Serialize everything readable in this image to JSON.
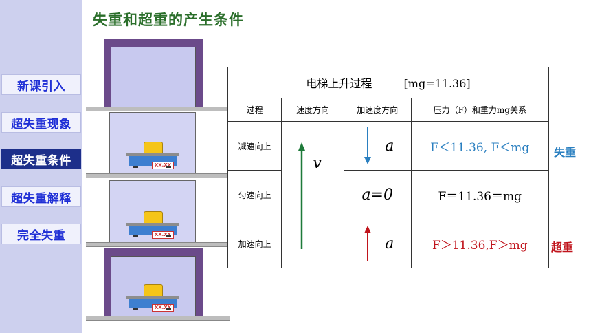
{
  "page_title": "失重和超重的产生条件",
  "sidebar": {
    "items": [
      {
        "label": "新课引入"
      },
      {
        "label": "超失重现象"
      },
      {
        "label": "超失重条件"
      },
      {
        "label": "超失重解释"
      },
      {
        "label": "完全失重"
      }
    ],
    "active_index": 2
  },
  "scale_display": "XX.XX",
  "table": {
    "caption": "电梯上升过程",
    "caption_value": "[mg=11.36]",
    "headers": [
      "过程",
      "速度方向",
      "加速度方向",
      "压力（F）和重力mg关系"
    ],
    "rows": [
      {
        "process": "减速向上",
        "accel_label": "a",
        "relation": "F＜11.36, F＜mg",
        "side_label": "失重"
      },
      {
        "process": "匀速向上",
        "accel_label": "a=0",
        "relation": "F＝11.36＝mg"
      },
      {
        "process": "加速向上",
        "accel_label": "a",
        "relation": "F＞11.36,F＞mg",
        "side_label": "超重"
      }
    ],
    "velocity_label": "v"
  },
  "colors": {
    "sidebar_bg": "#cdd0ee",
    "nav_text": "#1f2fd6",
    "nav_active_bg": "#1d2f8a",
    "title": "#2a6e2a",
    "weightless": "#2a7fc0",
    "overweight": "#c0141c",
    "velocity_arrow": "#1e7a3a"
  }
}
